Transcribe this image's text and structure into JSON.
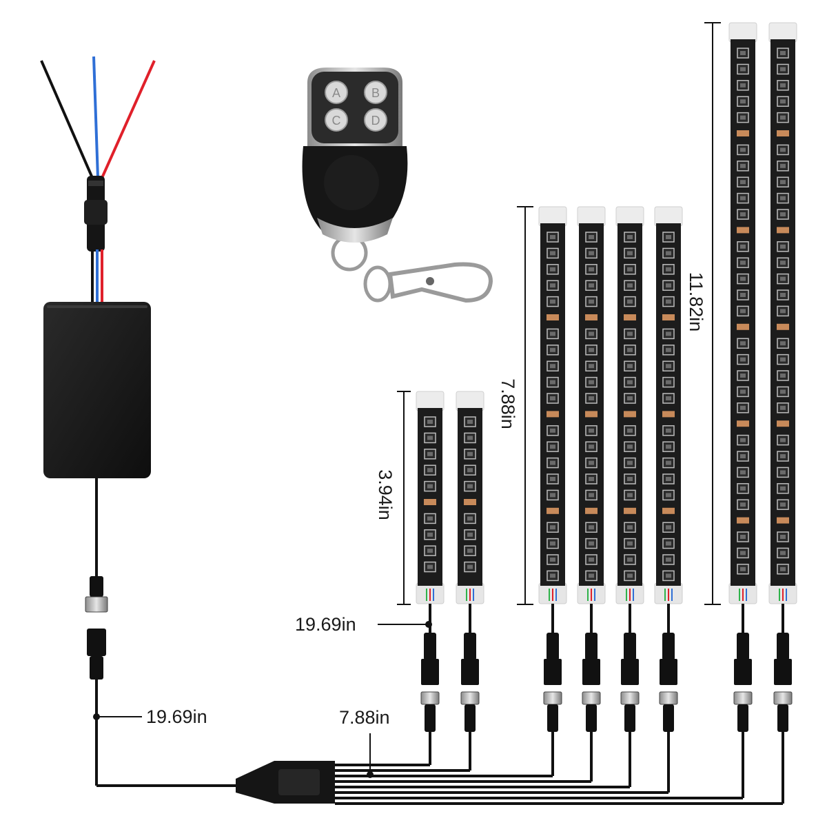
{
  "labels": {
    "strip_short_length": "3.94in",
    "strip_medium_length": "7.88in",
    "strip_long_length": "11.82in",
    "strip_lead_length": "19.69in",
    "controller_lead_length": "19.69in",
    "splitter_lead_length": "7.88in"
  },
  "remote": {
    "buttons": [
      "A",
      "B",
      "C",
      "D"
    ]
  },
  "colors": {
    "wire_black": "#111111",
    "wire_blue": "#2f6fd6",
    "wire_red": "#e0202a",
    "strip_body": "#1c1c1c",
    "led_resistor": "#c88a5a"
  }
}
